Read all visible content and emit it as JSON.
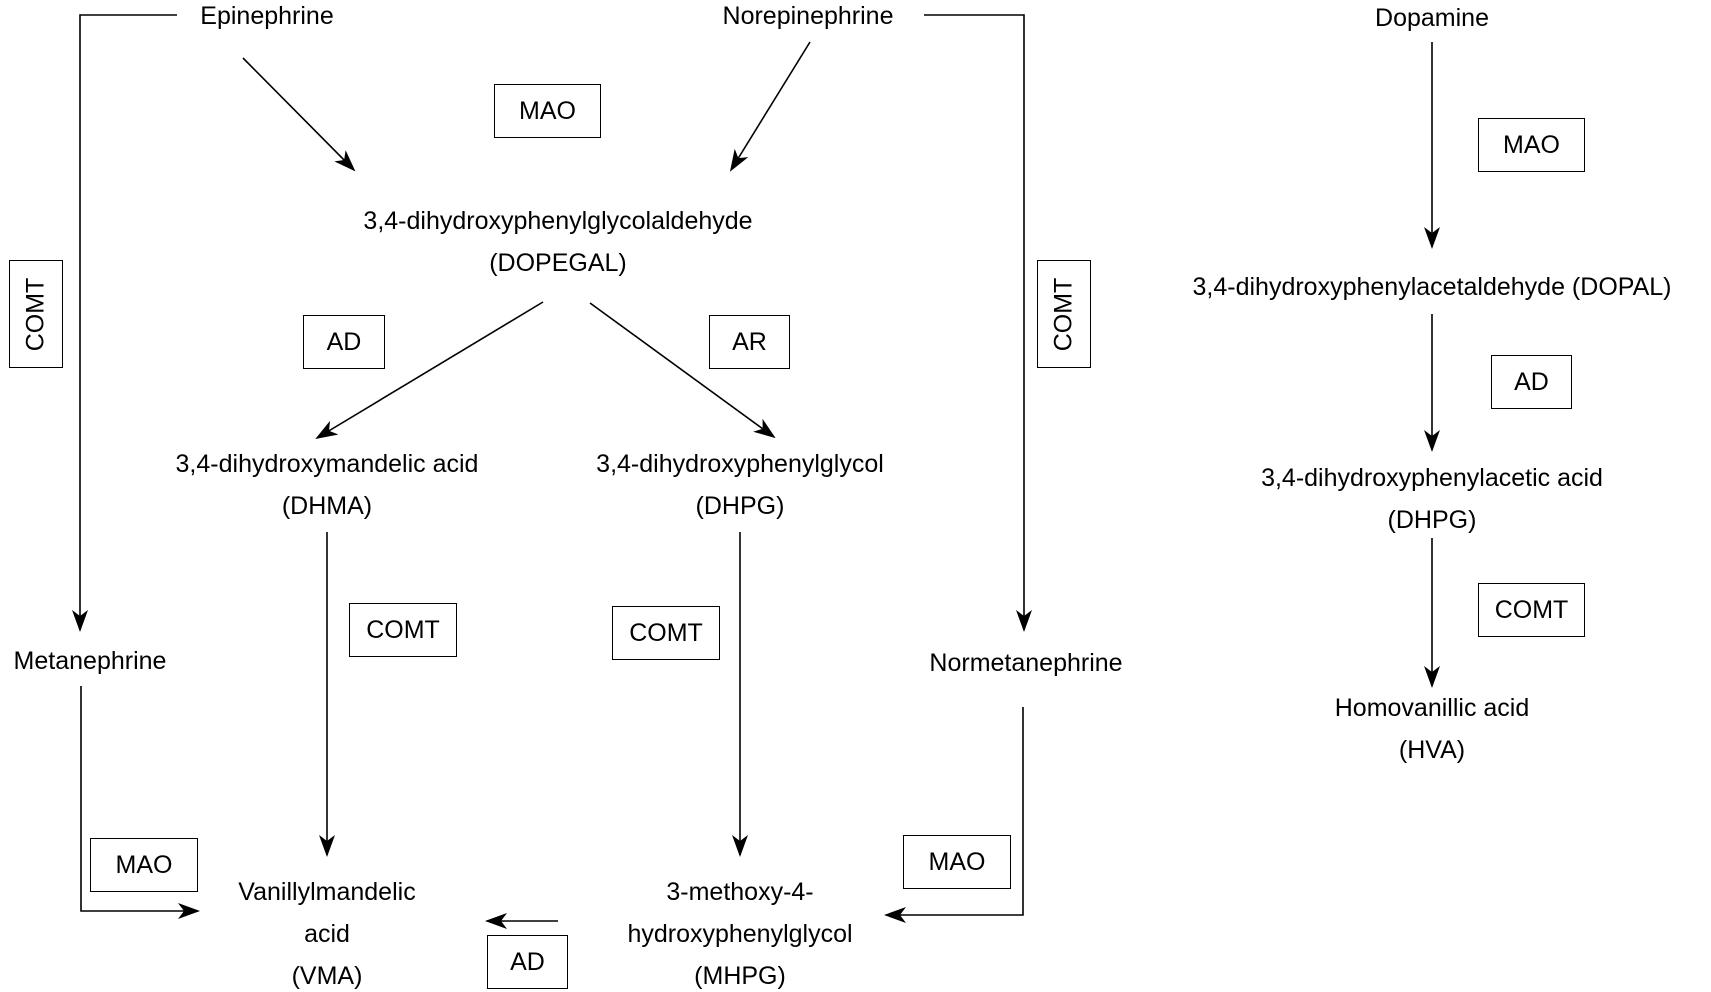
{
  "compounds": {
    "epinephrine": "Epinephrine",
    "norepinephrine": "Norepinephrine",
    "dopamine": "Dopamine",
    "dopegal_1": "3,4-dihydroxyphenylglycolaldehyde",
    "dopegal_2": "(DOPEGAL)",
    "dhma_1": "3,4-dihydroxymandelic acid",
    "dhma_2": "(DHMA)",
    "dhpg_1": "3,4-dihydroxyphenylglycol",
    "dhpg_2": "(DHPG)",
    "metanephrine": "Metanephrine",
    "normetanephrine": "Normetanephrine",
    "vma_1": "Vanillylmandelic",
    "vma_2": "acid",
    "vma_3": "(VMA)",
    "mhpg_1": "3-methoxy-4-",
    "mhpg_2": "hydroxyphenylglycol",
    "mhpg_3": "(MHPG)",
    "dopal": "3,4-dihydroxyphenylacetaldehyde (DOPAL)",
    "dopac_1": "3,4-dihydroxyphenylacetic acid",
    "dopac_2": "(DHPG)",
    "hva_1": "Homovanillic acid",
    "hva_2": "(HVA)"
  },
  "enzymes": {
    "mao_top": "MAO",
    "comt_left": "COMT",
    "comt_right": "COMT",
    "ad_dopegal": "AD",
    "ar_dopegal": "AR",
    "comt_dhma": "COMT",
    "comt_dhpg": "COMT",
    "mao_metanephrine": "MAO",
    "mao_normetanephrine": "MAO",
    "ad_mhpg": "AD",
    "mao_dopamine": "MAO",
    "ad_dopal": "AD",
    "comt_dopac": "COMT"
  }
}
